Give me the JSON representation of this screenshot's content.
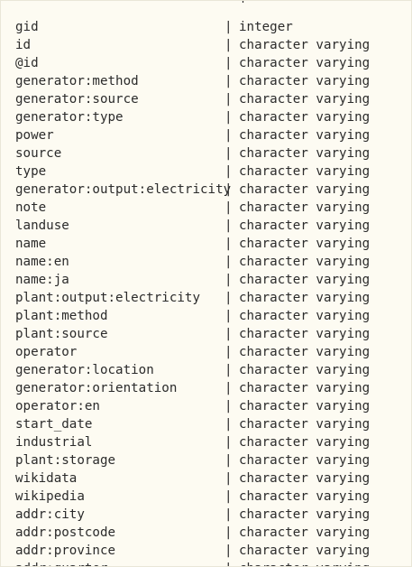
{
  "table": {
    "divider": "------------------------------+-------------------------",
    "separator": "|",
    "rows": [
      {
        "name": "gid",
        "type": "integer"
      },
      {
        "name": "id",
        "type": "character varying"
      },
      {
        "name": "@id",
        "type": "character varying"
      },
      {
        "name": "generator:method",
        "type": "character varying"
      },
      {
        "name": "generator:source",
        "type": "character varying"
      },
      {
        "name": "generator:type",
        "type": "character varying"
      },
      {
        "name": "power",
        "type": "character varying"
      },
      {
        "name": "source",
        "type": "character varying"
      },
      {
        "name": "type",
        "type": "character varying"
      },
      {
        "name": "generator:output:electricity",
        "type": "character varying"
      },
      {
        "name": "note",
        "type": "character varying"
      },
      {
        "name": "landuse",
        "type": "character varying"
      },
      {
        "name": "name",
        "type": "character varying"
      },
      {
        "name": "name:en",
        "type": "character varying"
      },
      {
        "name": "name:ja",
        "type": "character varying"
      },
      {
        "name": "plant:output:electricity",
        "type": "character varying"
      },
      {
        "name": "plant:method",
        "type": "character varying"
      },
      {
        "name": "plant:source",
        "type": "character varying"
      },
      {
        "name": "operator",
        "type": "character varying"
      },
      {
        "name": "generator:location",
        "type": "character varying"
      },
      {
        "name": "generator:orientation",
        "type": "character varying"
      },
      {
        "name": "operator:en",
        "type": "character varying"
      },
      {
        "name": "start_date",
        "type": "character varying"
      },
      {
        "name": "industrial",
        "type": "character varying"
      },
      {
        "name": "plant:storage",
        "type": "character varying"
      },
      {
        "name": "wikidata",
        "type": "character varying"
      },
      {
        "name": "wikipedia",
        "type": "character varying"
      },
      {
        "name": "addr:city",
        "type": "character varying"
      },
      {
        "name": "addr:postcode",
        "type": "character varying"
      },
      {
        "name": "addr:province",
        "type": "character varying"
      },
      {
        "name": "addr:quarter",
        "type": "character varying"
      }
    ]
  }
}
